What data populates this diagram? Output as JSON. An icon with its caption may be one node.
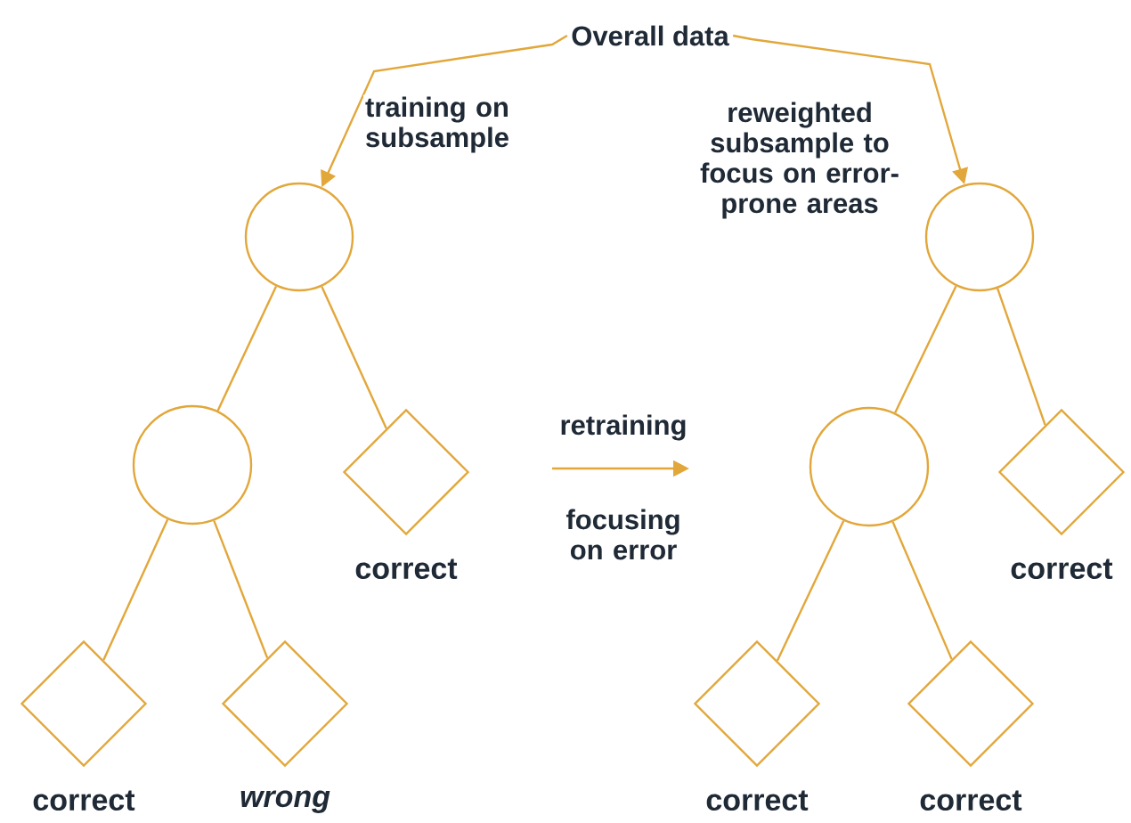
{
  "diagram": {
    "nodes": [
      {
        "text": [
          "Overall data"
        ]
      },
      {
        "text": [],
        "shape": "circle"
      },
      {
        "text": [],
        "shape": "circle"
      },
      {
        "text": [],
        "shape": "diamond",
        "beside": [
          "correct"
        ]
      },
      {
        "text": [],
        "shape": "diamond",
        "beside": [
          "correct"
        ]
      },
      {
        "text": [],
        "shape": "diamond",
        "beside": [
          "wrong"
        ]
      },
      {
        "text": [],
        "shape": "circle"
      },
      {
        "text": [],
        "shape": "circle"
      },
      {
        "text": [],
        "shape": "diamond",
        "beside": [
          "correct"
        ]
      },
      {
        "text": [],
        "shape": "diamond",
        "beside": [
          "correct"
        ]
      },
      {
        "text": [],
        "shape": "diamond",
        "beside": [
          "correct"
        ]
      }
    ],
    "edges": [
      {
        "from": 0,
        "to": 1,
        "arrow": "to",
        "label": "training on subsample"
      },
      {
        "from": 0,
        "to": 6,
        "arrow": "to",
        "label": "reweighted subsample to focus on error-prone areas"
      },
      {
        "from": 1,
        "to": 2,
        "arrow": "none"
      },
      {
        "from": 1,
        "to": 3,
        "arrow": "none"
      },
      {
        "from": 2,
        "to": 4,
        "arrow": "none"
      },
      {
        "from": 2,
        "to": 5,
        "arrow": "none"
      },
      {
        "from": 6,
        "to": 7,
        "arrow": "none"
      },
      {
        "from": 6,
        "to": 8,
        "arrow": "none"
      },
      {
        "from": 7,
        "to": 9,
        "arrow": "none"
      },
      {
        "from": 7,
        "to": 10,
        "arrow": "none"
      }
    ],
    "labels": [
      "retraining",
      "focusing on error"
    ]
  }
}
